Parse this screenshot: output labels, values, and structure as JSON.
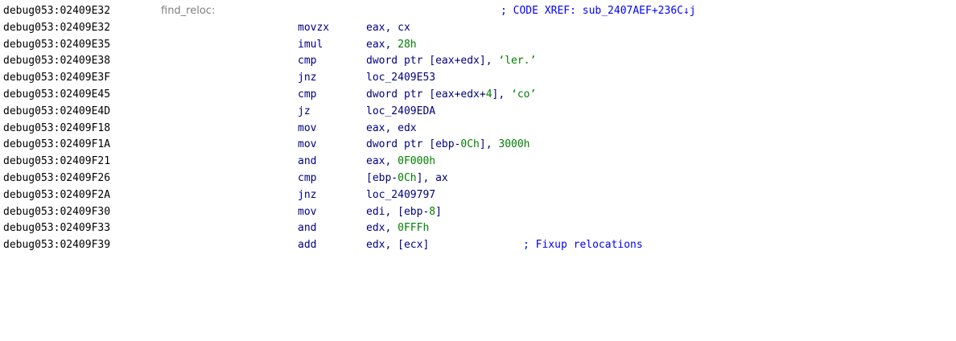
{
  "view": "ida-disassembly",
  "lines": [
    {
      "address": "debug053:02409E32",
      "label": "find_reloc",
      "comment": "; CODE XREF: sub_2407AEF+236C↓j"
    },
    {
      "address": "debug053:02409E32",
      "mnemonic": "movzx",
      "operands": [
        {
          "t": "eax, cx"
        }
      ]
    },
    {
      "address": "debug053:02409E35",
      "mnemonic": "imul",
      "operands": [
        {
          "t": "eax, "
        },
        {
          "t": "28h",
          "k": "num"
        }
      ]
    },
    {
      "address": "debug053:02409E38",
      "mnemonic": "cmp",
      "operands": [
        {
          "t": "dword ptr [eax+edx], "
        },
        {
          "t": "‘ler.’",
          "k": "str"
        }
      ]
    },
    {
      "address": "debug053:02409E3F",
      "mnemonic": "jnz",
      "operands": [
        {
          "t": "loc_2409E53"
        }
      ]
    },
    {
      "address": "debug053:02409E45",
      "mnemonic": "cmp",
      "operands": [
        {
          "t": "dword ptr [eax+edx+"
        },
        {
          "t": "4",
          "k": "num"
        },
        {
          "t": "], "
        },
        {
          "t": "‘co’",
          "k": "str"
        }
      ]
    },
    {
      "address": "debug053:02409E4D",
      "mnemonic": "jz",
      "operands": [
        {
          "t": "loc_2409EDA"
        }
      ]
    },
    {
      "address": "debug053:02409F18",
      "mnemonic": "mov",
      "operands": [
        {
          "t": "eax, edx"
        }
      ]
    },
    {
      "address": "debug053:02409F1A",
      "mnemonic": "mov",
      "operands": [
        {
          "t": "dword ptr [ebp-"
        },
        {
          "t": "0Ch",
          "k": "num"
        },
        {
          "t": "], "
        },
        {
          "t": "3000h",
          "k": "num"
        }
      ]
    },
    {
      "address": "debug053:02409F21",
      "mnemonic": "and",
      "operands": [
        {
          "t": "eax, "
        },
        {
          "t": "0F000h",
          "k": "num"
        }
      ]
    },
    {
      "address": "debug053:02409F26",
      "mnemonic": "cmp",
      "operands": [
        {
          "t": "[ebp-"
        },
        {
          "t": "0Ch",
          "k": "num"
        },
        {
          "t": "], ax"
        }
      ]
    },
    {
      "address": "debug053:02409F2A",
      "mnemonic": "jnz",
      "operands": [
        {
          "t": "loc_2409797"
        }
      ]
    },
    {
      "address": "debug053:02409F30",
      "mnemonic": "mov",
      "operands": [
        {
          "t": "edi, [ebp-"
        },
        {
          "t": "8",
          "k": "num"
        },
        {
          "t": "]"
        }
      ]
    },
    {
      "address": "debug053:02409F33",
      "mnemonic": "and",
      "operands": [
        {
          "t": "edx, "
        },
        {
          "t": "0FFFh",
          "k": "num"
        }
      ]
    },
    {
      "address": "debug053:02409F39",
      "mnemonic": "add",
      "operands": [
        {
          "t": "edx, [ecx]"
        }
      ],
      "comment": "; Fixup relocations"
    }
  ],
  "colors": {
    "address": "#000000",
    "label": "#7f7f7f",
    "instruction": "#000080",
    "number": "#008000",
    "comment": "#0000ff",
    "background": "#ffffff"
  }
}
